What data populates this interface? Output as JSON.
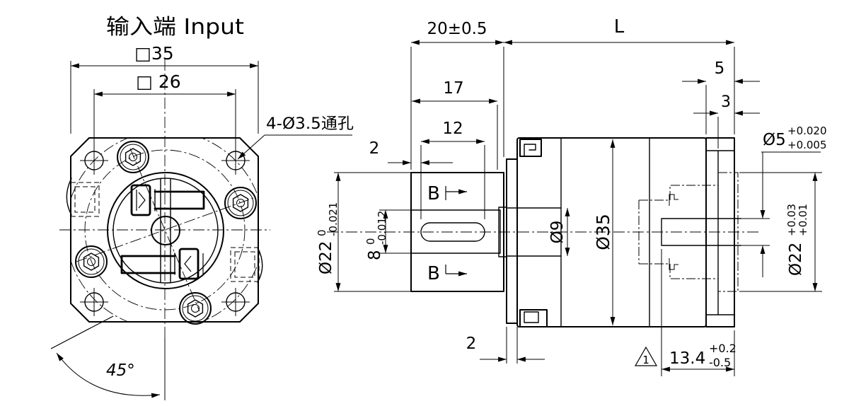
{
  "colors": {
    "background": "#ffffff",
    "line": "#000000"
  },
  "title": "输入端 Input",
  "front_view": {
    "square_35": "□35",
    "square_26": "□ 26",
    "holes_note": "4-Ø3.5通孔",
    "angle": "45°"
  },
  "side_view": {
    "len_20": "20±0.5",
    "len_L": "L",
    "len_17": "17",
    "len_12": "12",
    "len_2_key": "2",
    "len_2_flange": "2",
    "len_5": "5",
    "len_3": "3",
    "shaft_dia": {
      "main": "Ø22",
      "upper": "0",
      "lower": "-0.021"
    },
    "key_width": {
      "main": "8",
      "upper": "0",
      "lower": "-0.012"
    },
    "dia_9": "Ø9",
    "dia_35": "Ø35",
    "bore_dia": {
      "main": "Ø5",
      "upper": "+0.020",
      "lower": "+0.005"
    },
    "recess_dia": {
      "main": "Ø22",
      "upper": "+0.03",
      "lower": "+0.01"
    },
    "depth_13_4": {
      "main": "13.4",
      "upper": "+0.2",
      "lower": "-0.5"
    },
    "section_b_top": "B",
    "section_b_bottom": "B",
    "revision_mark": "1"
  }
}
